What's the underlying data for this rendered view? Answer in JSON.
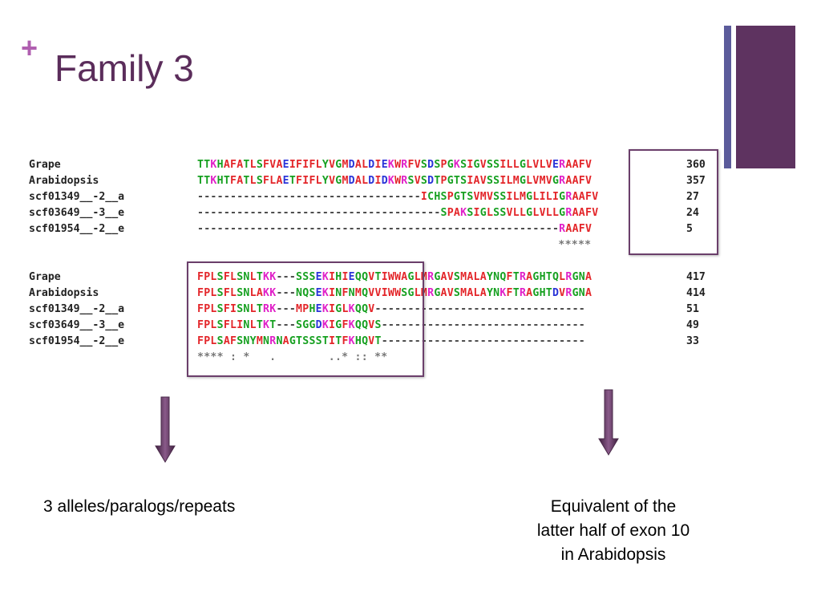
{
  "slide": {
    "plus": "+",
    "title": "Family 3"
  },
  "colors": {
    "accent": "#b05fb0",
    "title": "#5b2d5b",
    "bar_thin": "#5b5b9b",
    "bar_thick": "#5e3360",
    "red": "#e3262a",
    "green": "#16a020",
    "blue": "#2a34d8",
    "magenta": "#e020c8"
  },
  "block1": {
    "rows": [
      {
        "label": "Grape",
        "seq": "TTKHAFATLSFVAEIFIFLYVGMDALDIEKWRFVSDSPGKSIGVSSILLGLVLVERAAFV",
        "num": "360"
      },
      {
        "label": "Arabidopsis",
        "seq": "TTKHTFATLSFLAETFIFLYVGMDALDIDKWRSVSDTPGTSIAVSSILMGLVMVGRAAFV",
        "num": "357"
      },
      {
        "label": "scf01349__-2__a",
        "seq": "----------------------------------ICHSPGTSVMVSSILMGLILIGRAAFV",
        "num": "27"
      },
      {
        "label": "scf03649__-3__e",
        "seq": "-------------------------------------SPAKSIGLSSVLLGLVLLGRAAFV",
        "num": "24"
      },
      {
        "label": "scf01954__-2__e",
        "seq": "-------------------------------------------------------RAAFV",
        "num": "5"
      }
    ],
    "consensus": "                                                       *****"
  },
  "block2": {
    "rows": [
      {
        "label": "Grape",
        "seq": "FPLSFLSNLTKK---SSSEKIHIEQQVTIWWAGLMRGAVSMALAYNQFTRAGHTQLRGNA",
        "num": "417"
      },
      {
        "label": "Arabidopsis",
        "seq": "FPLSFLSNLAKK---NQSEKINFNMQVVIWWSGLMRGAVSMALAYNKFTRAGHTDVRGNA",
        "num": "414"
      },
      {
        "label": "scf01349__-2__a",
        "seq": "FPLSFISNLTRK---MPHEKIGLKQQV--------------------------------",
        "num": "51"
      },
      {
        "label": "scf03649__-3__e",
        "seq": "FPLSFLINLTKT---SGGDKIGFKQQVS-------------------------------",
        "num": "49"
      },
      {
        "label": "scf01954__-2__e",
        "seq": "FPLSAFSNYMNRNAGTSSSTITFKHQVT-------------------------------",
        "num": "33"
      }
    ],
    "consensus": "**** : *   .        ..* :: **"
  },
  "notes": {
    "left": "3 alleles/paralogs/repeats",
    "right_line1": "Equivalent of the",
    "right_line2": "latter half of exon 10",
    "right_line3": "in Arabidopsis"
  }
}
